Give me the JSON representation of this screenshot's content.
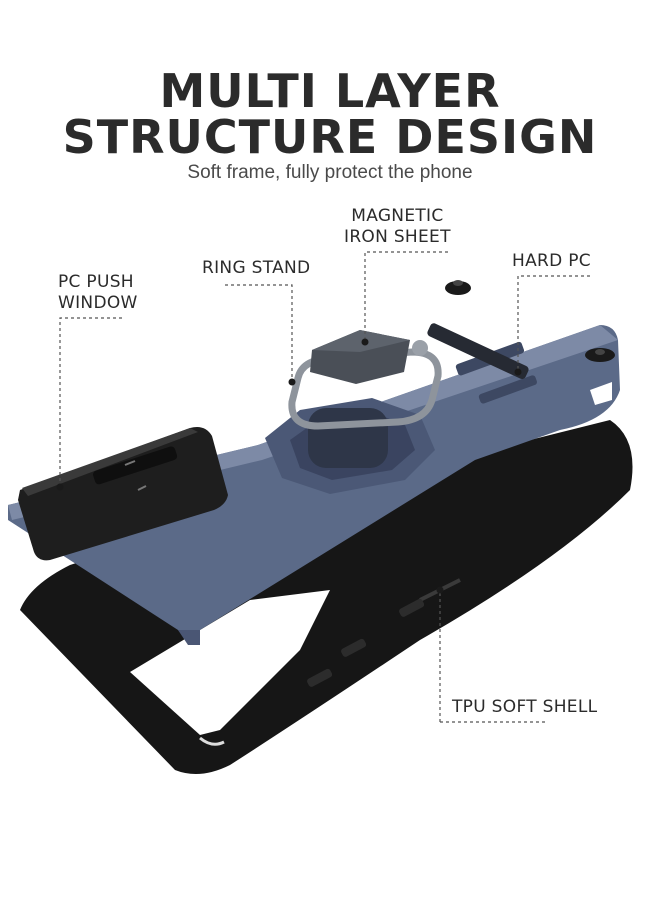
{
  "heading": {
    "line1": "MULTI LAYER",
    "line2": "STRUCTURE DESIGN",
    "subtitle": "Soft frame, fully protect the phone"
  },
  "callouts": {
    "pc_push_window": [
      "PC PUSH",
      "WINDOW"
    ],
    "ring_stand": "RING STAND",
    "magnetic_iron_sheet": [
      "MAGNETIC",
      "IRON SHEET"
    ],
    "hard_pc": "HARD PC",
    "tpu_soft_shell": "TPU SOFT SHELL"
  },
  "colors": {
    "text": "#2b2b2b",
    "hard_pc_blue": "#5b6a88",
    "tpu_black": "#151515"
  }
}
